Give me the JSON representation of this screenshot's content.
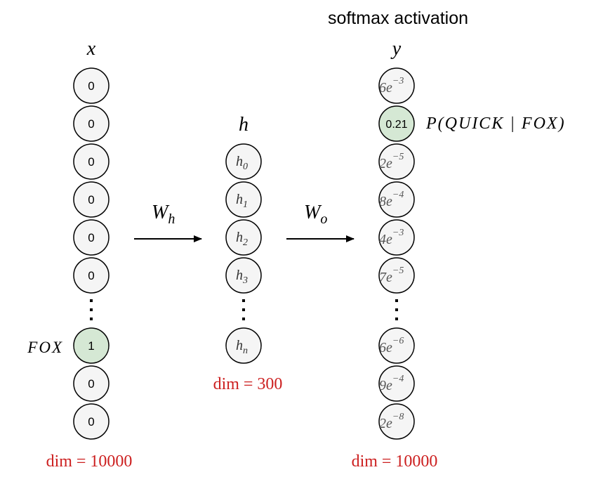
{
  "title": "softmax activation",
  "x_layer": {
    "label": "x",
    "values_top": [
      "0",
      "0",
      "0",
      "0",
      "0",
      "0"
    ],
    "values_bottom": [
      "1",
      "0",
      "0"
    ],
    "highlight_label": "FOX",
    "dim": "dim = 10000"
  },
  "h_layer": {
    "label": "h",
    "nodes_top": [
      {
        "base": "h",
        "sub": "0"
      },
      {
        "base": "h",
        "sub": "1"
      },
      {
        "base": "h",
        "sub": "2"
      },
      {
        "base": "h",
        "sub": "3"
      }
    ],
    "nodes_bottom": [
      {
        "base": "h",
        "sub": "n"
      }
    ],
    "dim": "dim = 300"
  },
  "y_layer": {
    "label": "y",
    "nodes_top": [
      {
        "text": "6e",
        "sup": "−3"
      },
      {
        "text": "0.21",
        "sup": ""
      },
      {
        "text": "2e",
        "sup": "−5"
      },
      {
        "text": "8e",
        "sup": "−4"
      },
      {
        "text": "4e",
        "sup": "−3"
      },
      {
        "text": "7e",
        "sup": "−5"
      }
    ],
    "nodes_bottom": [
      {
        "text": "6e",
        "sup": "−6"
      },
      {
        "text": "9e",
        "sup": "−4"
      },
      {
        "text": "2e",
        "sup": "−8"
      }
    ],
    "prob_label": "P(QUICK | FOX)",
    "dim": "dim = 10000"
  },
  "arrows": {
    "w_h": {
      "base": "W",
      "sub": "h"
    },
    "w_o": {
      "base": "W",
      "sub": "o"
    }
  },
  "colors": {
    "highlight": "#d5e8d4",
    "node": "#f5f5f5",
    "dim_text": "#cc1f1f"
  }
}
